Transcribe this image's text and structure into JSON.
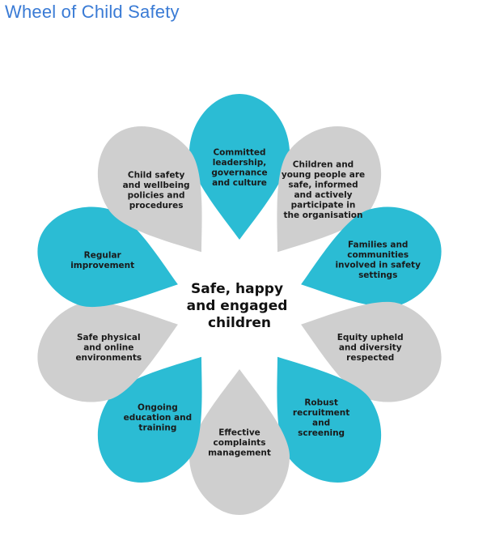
{
  "title": "Wheel of Child Safety",
  "colors": {
    "teal": "#2bbcd4",
    "grey": "#cfcfcf",
    "title": "#3a7bd5"
  },
  "center": {
    "lines": [
      "Safe, happy",
      "and engaged",
      "children"
    ]
  },
  "petals": [
    {
      "id": "leadership",
      "color": "teal",
      "lines": [
        "Committed",
        "leadership,",
        "governance",
        "and culture"
      ]
    },
    {
      "id": "participation",
      "color": "grey",
      "lines": [
        "Children and",
        "young people are",
        "safe, informed",
        "and actively",
        "participate in",
        "the organisation"
      ]
    },
    {
      "id": "families",
      "color": "teal",
      "lines": [
        "Families and",
        "communities",
        "involved in safety",
        "settings"
      ]
    },
    {
      "id": "equity",
      "color": "grey",
      "lines": [
        "Equity upheld",
        "and diversity",
        "respected"
      ]
    },
    {
      "id": "recruitment",
      "color": "teal",
      "lines": [
        "Robust",
        "recruitment",
        "and",
        "screening"
      ]
    },
    {
      "id": "complaints",
      "color": "grey",
      "lines": [
        "Effective",
        "complaints",
        "management"
      ]
    },
    {
      "id": "education",
      "color": "teal",
      "lines": [
        "Ongoing",
        "education and",
        "training"
      ]
    },
    {
      "id": "environments",
      "color": "grey",
      "lines": [
        "Safe physical",
        "and online",
        "environments"
      ]
    },
    {
      "id": "improvement",
      "color": "teal",
      "lines": [
        "Regular",
        "improvement"
      ]
    },
    {
      "id": "policies",
      "color": "grey",
      "lines": [
        "Child safety",
        "and wellbeing",
        "policies and",
        "procedures"
      ]
    }
  ]
}
